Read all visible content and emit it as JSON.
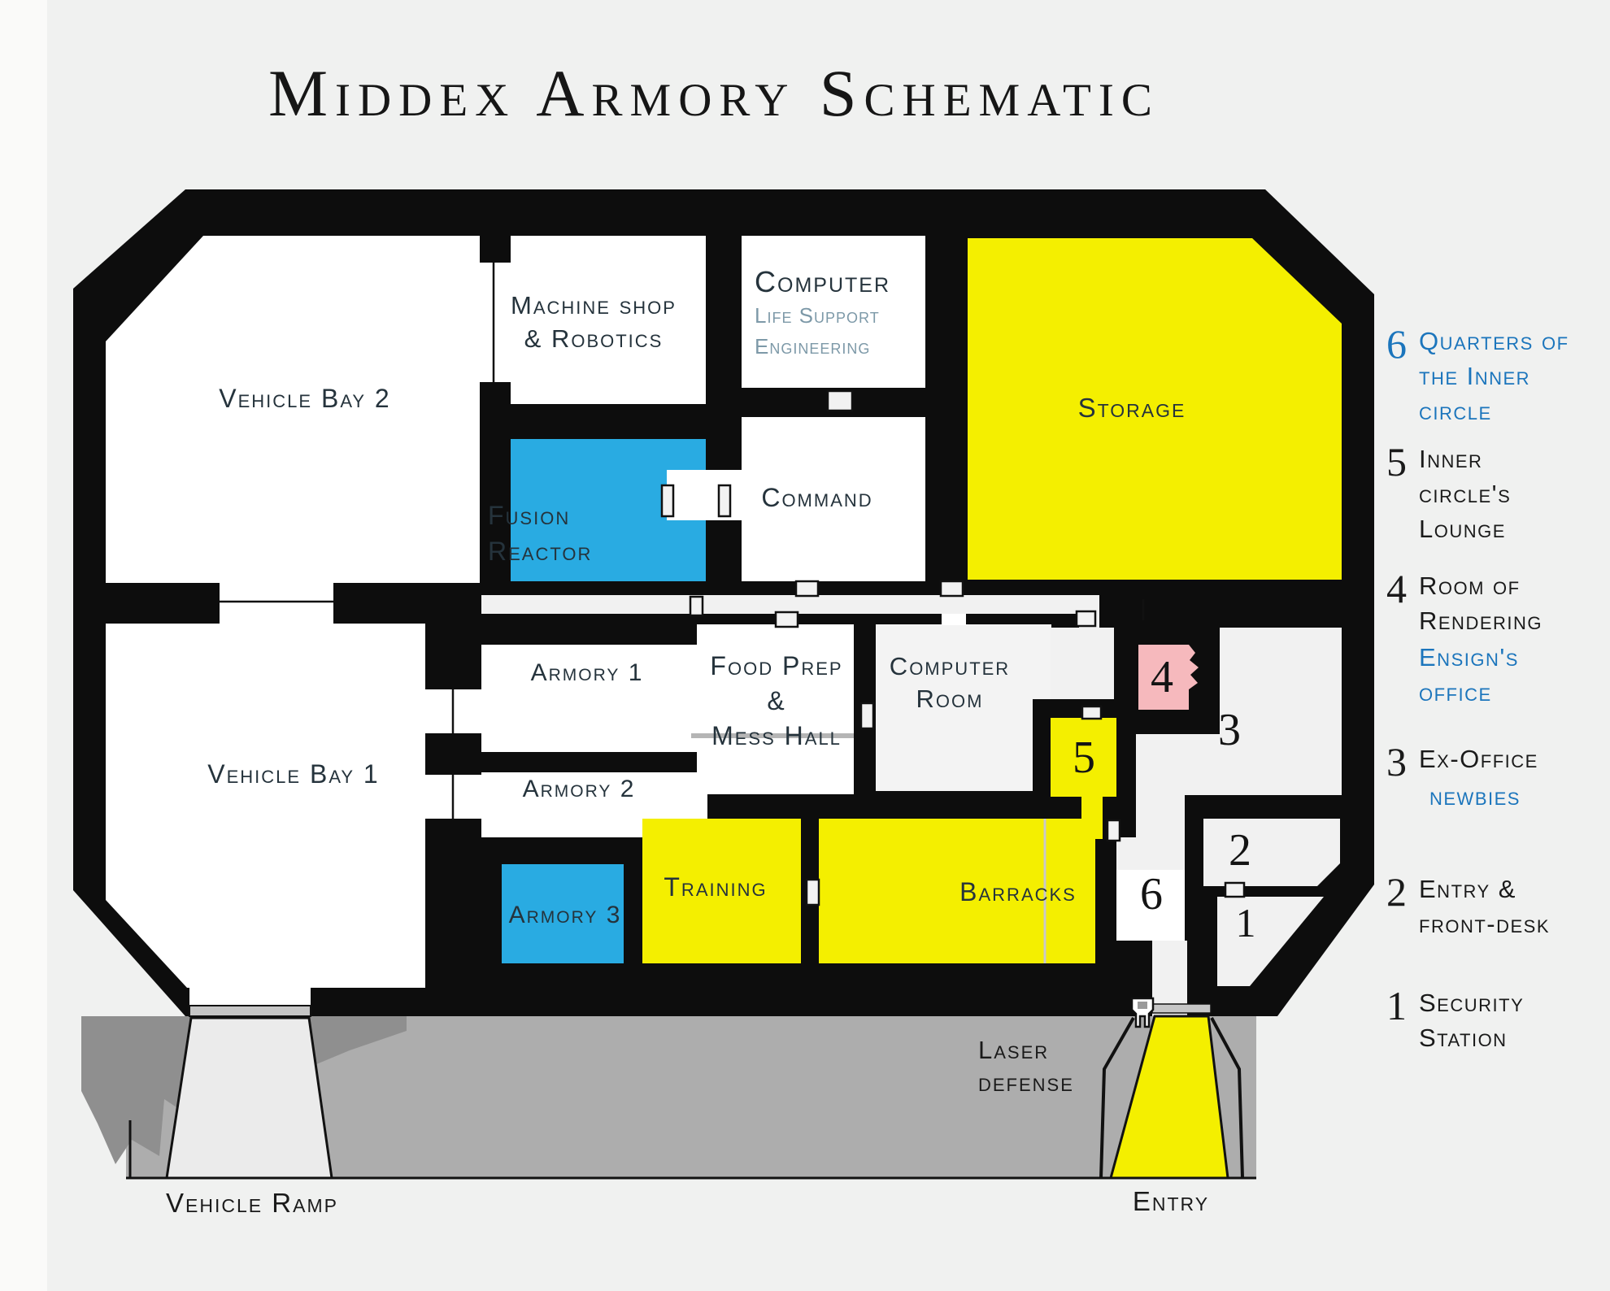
{
  "title": "Middex Armory Schematic",
  "colors": {
    "wall": "#0d0d0d",
    "zone_yellow": "#f4ef00",
    "zone_blue": "#29abe2",
    "zone_pink": "#f6b9bd",
    "apron_gray": "#adadad",
    "legend_blue": "#1b75bc",
    "label_dark": "#25333c",
    "label_muted": "#7d99a8"
  },
  "plan": {
    "rooms": {
      "vehicle_bay_2": {
        "label": "Vehicle Bay 2"
      },
      "vehicle_bay_1": {
        "label": "Vehicle Bay 1"
      },
      "machine_shop": {
        "line1": "Machine shop",
        "line2": "& Robotics"
      },
      "computer_lse": {
        "line1": "Computer",
        "line2": "Life Support",
        "line3": "Engineering"
      },
      "command": {
        "label": "Command"
      },
      "storage": {
        "label": "Storage"
      },
      "fusion_reactor": {
        "line1": "Fusion",
        "line2": "Reactor"
      },
      "armory_1": {
        "label": "Armory 1"
      },
      "armory_2": {
        "label": "Armory 2"
      },
      "armory_3": {
        "label": "Armory 3"
      },
      "food_prep": {
        "line1": "Food Prep",
        "line2": "&",
        "line3": "Mess Hall"
      },
      "computer_room": {
        "line1": "Computer",
        "line2": "Room"
      },
      "training": {
        "label": "Training"
      },
      "barracks": {
        "label": "Barracks"
      },
      "room_6": {
        "number": "6"
      },
      "room_5": {
        "number": "5"
      },
      "room_4": {
        "number": "4"
      },
      "room_3": {
        "number": "3"
      },
      "room_2": {
        "number": "2"
      },
      "room_1": {
        "number": "1"
      }
    },
    "annotations": {
      "laser_defense_line1": "Laser",
      "laser_defense_line2": "defense",
      "entry": "Entry",
      "vehicle_ramp": "Vehicle Ramp"
    }
  },
  "legend": {
    "items": [
      {
        "number": "6",
        "l1": "Quarters of",
        "l2": "the Inner",
        "l3": "circle"
      },
      {
        "number": "5",
        "l1": "Inner",
        "l2": "circle's",
        "l3": "Lounge"
      },
      {
        "number": "4",
        "l1": "Room of",
        "l2": "Rendering",
        "b1": "Ensign's",
        "b2": "office"
      },
      {
        "number": "3",
        "l1": "Ex-Office",
        "b1": "newbies"
      },
      {
        "number": "2",
        "l1": "Entry &",
        "l2": "front-desk"
      },
      {
        "number": "1",
        "l1": "Security",
        "l2": "Station"
      }
    ]
  }
}
